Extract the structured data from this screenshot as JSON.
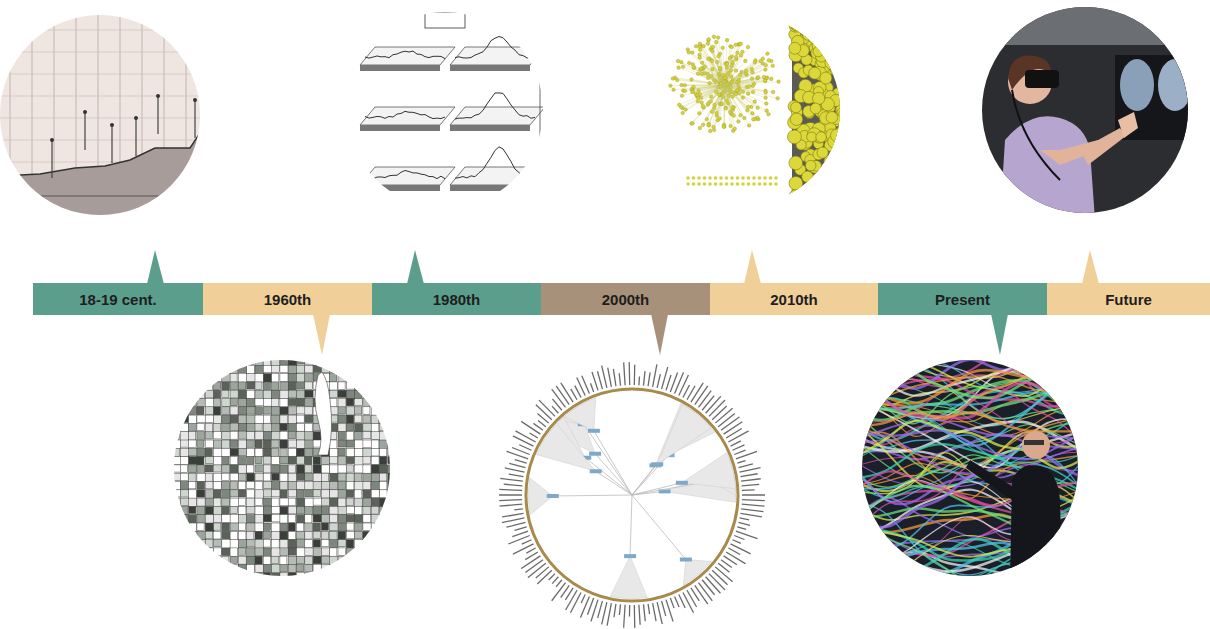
{
  "diagram": {
    "nodes": [
      {
        "text": [
          "18-19 cent."
        ]
      },
      {
        "text": [
          "1960th"
        ]
      },
      {
        "text": [
          "1980th"
        ]
      },
      {
        "text": [
          "2000th"
        ]
      },
      {
        "text": [
          "2010th"
        ]
      },
      {
        "text": [
          "Present"
        ]
      },
      {
        "text": [
          "Future"
        ]
      }
    ]
  }
}
